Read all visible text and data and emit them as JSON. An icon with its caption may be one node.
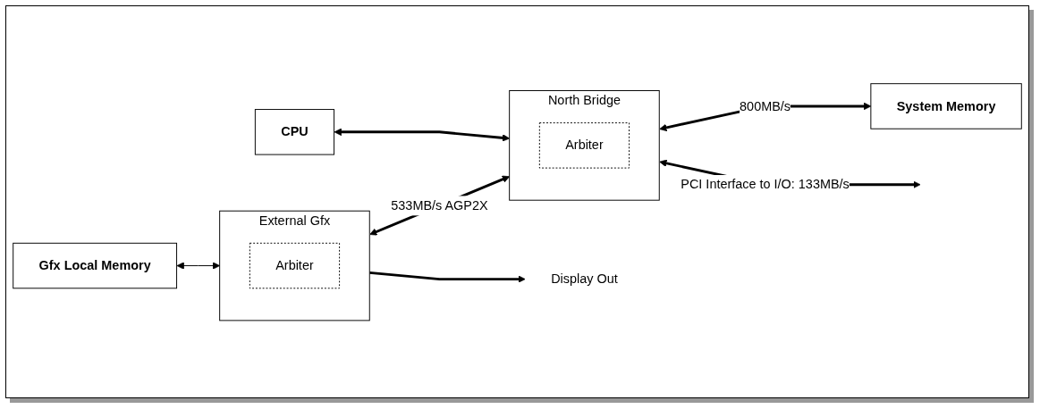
{
  "diagram": {
    "nodes": [
      {
        "text": [
          "Gfx Local Memory"
        ]
      },
      {
        "text": [
          "CPU"
        ]
      },
      {
        "text": [
          "External Gfx"
        ]
      },
      {
        "text": [
          "Arbiter"
        ],
        "in": 2
      },
      {
        "text": [
          "North Bridge"
        ]
      },
      {
        "text": [
          "Arbiter"
        ],
        "in": 4
      },
      {
        "text": [
          "System Memory"
        ]
      },
      {
        "text": [
          "Display Out"
        ]
      }
    ],
    "edges": [
      {
        "from": 0,
        "to": 2,
        "arrow": "both"
      },
      {
        "from": 1,
        "to": 4,
        "arrow": "both"
      },
      {
        "from": 2,
        "to": 7,
        "arrow": "to"
      },
      {
        "from": 2,
        "to": 4,
        "arrow": "both",
        "label": "533MB/s AGP2X"
      },
      {
        "from": 4,
        "to": 6,
        "arrow": "both",
        "label": "800MB/s"
      },
      {
        "from": 4,
        "to": null,
        "arrow": "both",
        "label": "PCI Interface to I/O: 133MB/s"
      }
    ]
  }
}
